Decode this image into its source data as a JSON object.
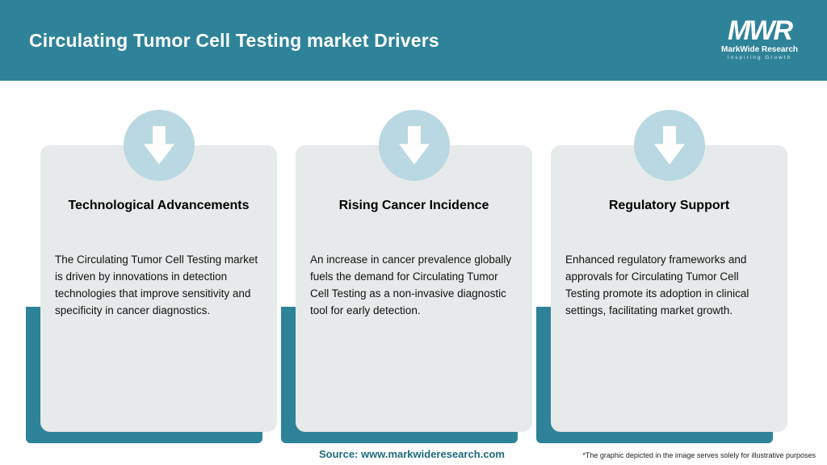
{
  "header": {
    "title": "Circulating Tumor Cell Testing market Drivers",
    "logo": {
      "acronym": "MWR",
      "name": "MarkWide Research",
      "tagline": "Inspiring Growth"
    }
  },
  "cards": [
    {
      "title": "Technological Advancements",
      "body": "The Circulating Tumor Cell Testing market is driven by innovations in detection technologies that improve sensitivity and specificity in cancer diagnostics."
    },
    {
      "title": "Rising Cancer Incidence",
      "body": "An increase in cancer prevalence globally fuels the demand for Circulating Tumor Cell Testing as a non-invasive diagnostic tool for early detection."
    },
    {
      "title": "Regulatory Support",
      "body": "Enhanced regulatory frameworks and approvals for Circulating Tumor Cell Testing promote its adoption in clinical settings, facilitating market growth."
    }
  ],
  "footer": {
    "source": "Source: www.markwideresearch.com",
    "disclaimer": "*The graphic depicted in the image serves solely for illustrative purposes"
  },
  "colors": {
    "teal": "#2e8399",
    "light_blue": "#b9d8e2",
    "card_gray": "#e7eaea",
    "source_text": "#1d6b7d"
  }
}
